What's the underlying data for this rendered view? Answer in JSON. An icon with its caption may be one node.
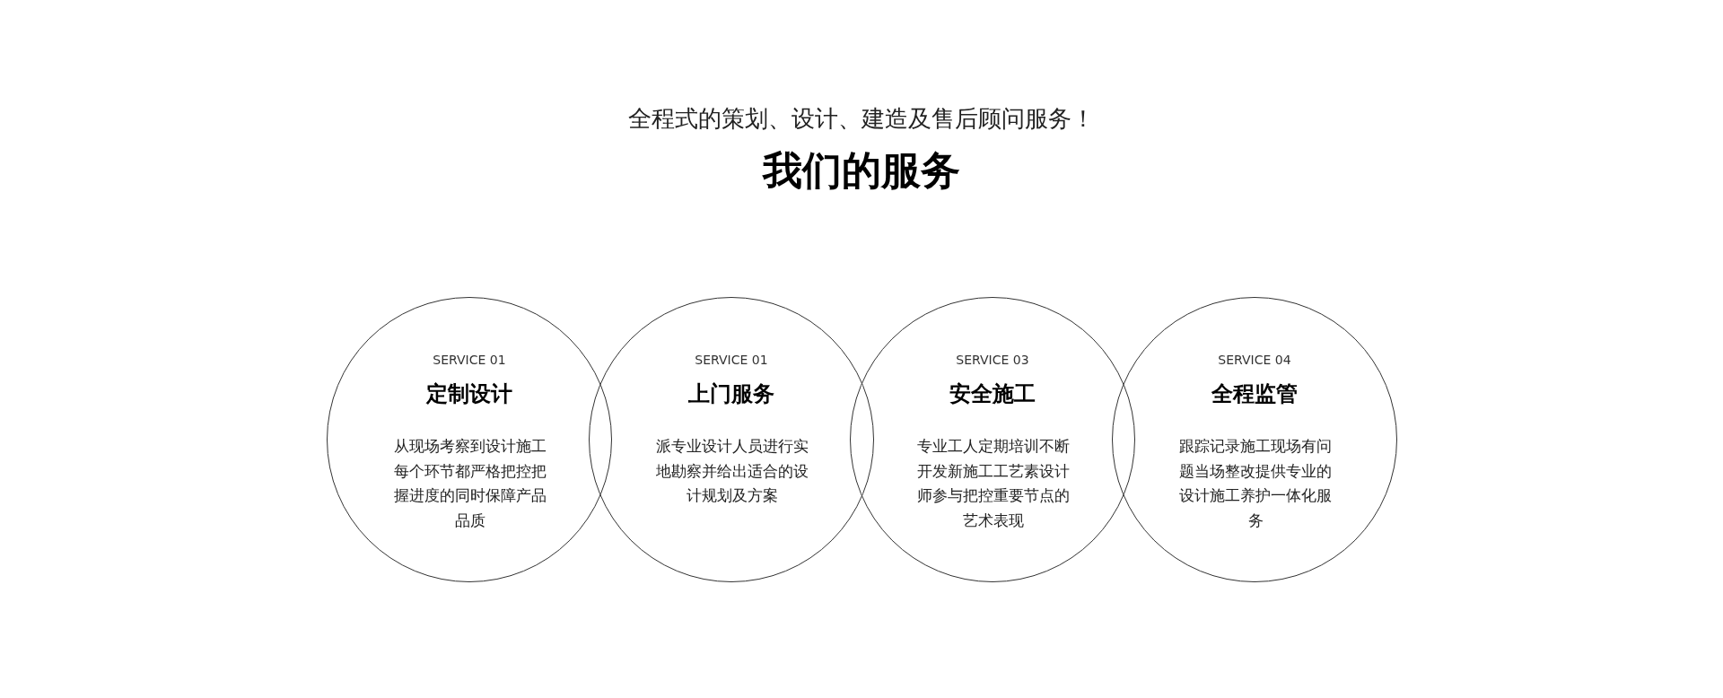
{
  "diagram": {
    "title": "我们的服务",
    "nodes": [
      {
        "text": [
          "SERVICE 01",
          "定制设计",
          "从现场考察到设计施工每个环节都严格把控把握进度的同时保障产品品质"
        ]
      },
      {
        "text": [
          "SERVICE 01",
          "上门服务",
          "派专业设计人员进行实地勘察并给出适合的设计规划及方案"
        ]
      },
      {
        "text": [
          "SERVICE 03",
          "安全施工",
          "专业工人定期培训不断开发新施工工艺素设计师参与把控重要节点的艺术表现"
        ]
      },
      {
        "text": [
          "SERVICE 04",
          "全程监管",
          "跟踪记录施工现场有问题当场整改提供专业的设计施工养护一体化服务"
        ]
      }
    ],
    "labels": [
      "全程式的策划、设计、建造及售后顾问服务！"
    ]
  }
}
